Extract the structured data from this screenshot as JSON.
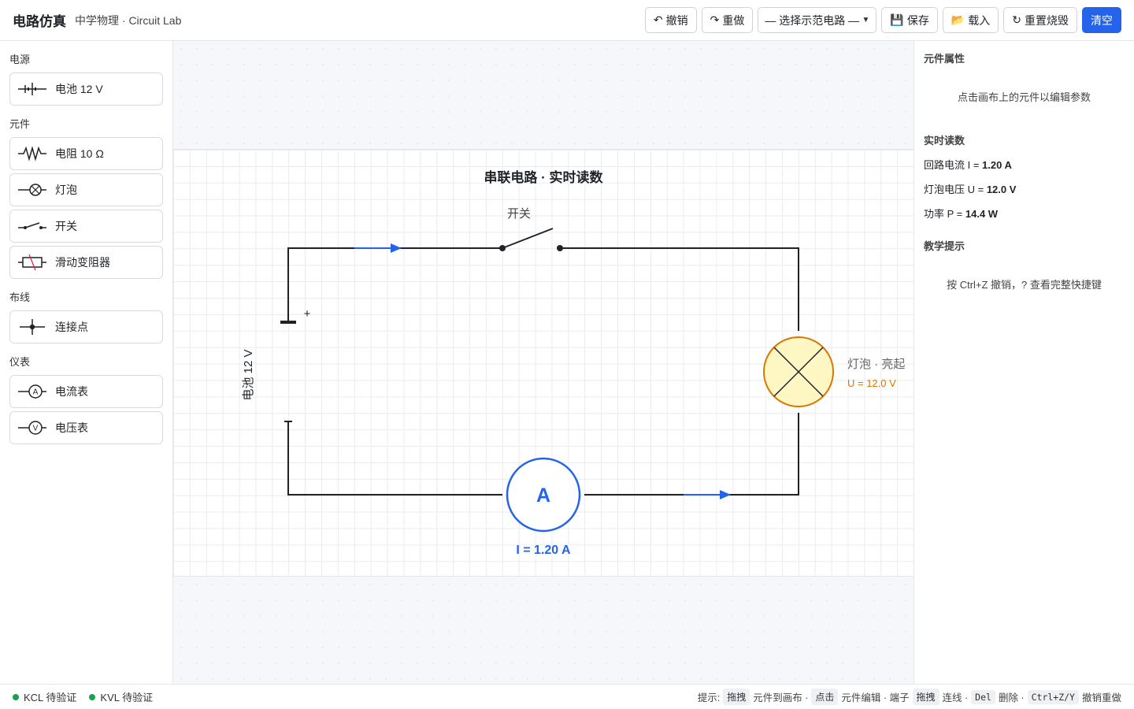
{
  "header": {
    "title": "电路仿真",
    "subtitle": "中学物理 · Circuit Lab",
    "undo_label": "撤销",
    "redo_label": "重做",
    "demo_select": "— 选择示范电路 —",
    "save_label": "保存",
    "load_label": "载入",
    "reset_label": "重置烧毁",
    "clear_label": "清空"
  },
  "sidebar": {
    "groups": [
      {
        "title": "电源",
        "items": [
          {
            "label": "电池 12 V",
            "icon": "battery-icon"
          }
        ]
      },
      {
        "title": "元件",
        "items": [
          {
            "label": "电阻 10 Ω",
            "icon": "resistor-icon"
          },
          {
            "label": "灯泡",
            "icon": "lamp-icon"
          },
          {
            "label": "开关",
            "icon": "switch-icon"
          },
          {
            "label": "滑动变阻器",
            "icon": "rheostat-icon"
          }
        ]
      },
      {
        "title": "布线",
        "items": [
          {
            "label": "连接点",
            "icon": "junction-icon"
          }
        ]
      },
      {
        "title": "仪表",
        "items": [
          {
            "label": "电流表",
            "icon": "ammeter-icon"
          },
          {
            "label": "电压表",
            "icon": "voltmeter-icon"
          }
        ]
      }
    ]
  },
  "canvas": {
    "title": "串联电路 · 实时读数",
    "switch_label": "开关",
    "battery_label": "电池 12 V",
    "battery_plus": "+",
    "lamp_label": "灯泡 · 亮起",
    "lamp_reading": "U = 12.0 V",
    "ammeter_symbol": "A",
    "ammeter_reading": "I = 1.20 A",
    "colors": {
      "wire": "#1f2328",
      "current": "#2563eb",
      "lamp_fill": "#fef6c3",
      "lamp_stroke": "#d97706"
    }
  },
  "panel": {
    "props_title": "元件属性",
    "props_hint": "点击画布上的元件以编辑参数",
    "readings_title": "实时读数",
    "current_label": "回路电流 I = ",
    "current_value": "1.20 A",
    "voltage_label": "灯泡电压 U = ",
    "voltage_value": "12.0 V",
    "power_label": "功率 P = ",
    "power_value": "14.4 W",
    "tips_title": "教学提示",
    "tips_text": "按 Ctrl+Z 撤销，? 查看完整快捷键"
  },
  "footer": {
    "kcl": "KCL 待验证",
    "kvl": "KVL 待验证",
    "hint_prefix": "提示:",
    "k1": "拖拽",
    "t1": "元件到画布 ·",
    "k2": "点击",
    "t2": "元件编辑 · 端子",
    "k3": "拖拽",
    "t3": "连线 ·",
    "k4": "Del",
    "t4": "删除 ·",
    "k5": "Ctrl+Z/Y",
    "t5": "撤销重做"
  }
}
